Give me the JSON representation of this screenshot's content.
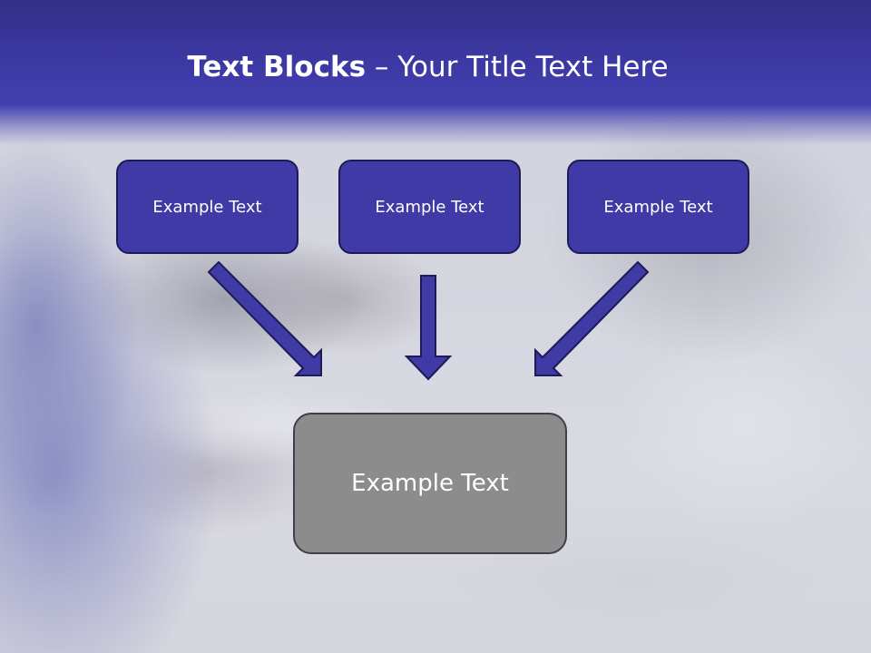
{
  "slide": {
    "title_bold": "Text Blocks",
    "title_rest": " – Your Title Text Here",
    "blocks": [
      {
        "label": "Example Text"
      },
      {
        "label": "Example Text"
      },
      {
        "label": "Example Text"
      }
    ],
    "target": {
      "label": "Example Text"
    }
  },
  "colors": {
    "header": "#3a37a0",
    "block_fill": "#3f3aa6",
    "block_border": "#1d1b55",
    "arrow_fill": "#3f3aa6",
    "target_fill": "#8c8c8c"
  },
  "icons": [
    "arrow-down-right-icon",
    "arrow-down-icon",
    "arrow-down-left-icon"
  ]
}
